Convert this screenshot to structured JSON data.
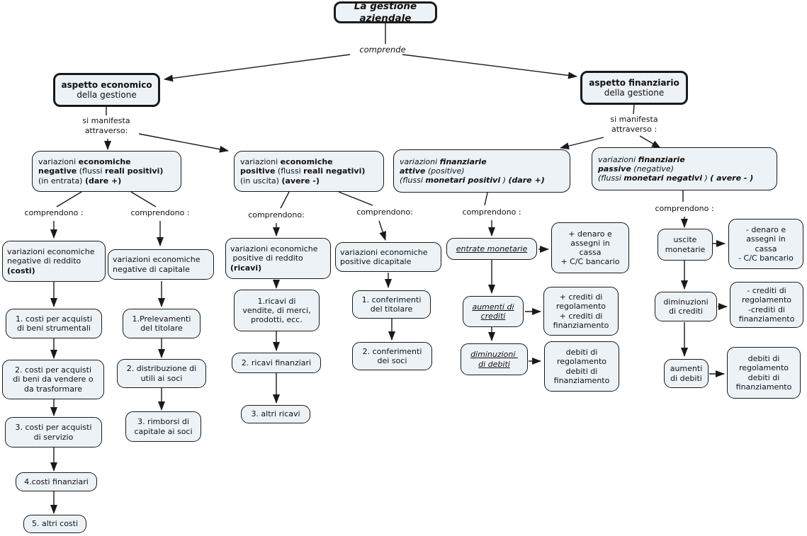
{
  "meta": {
    "diagram_type": "concept-map",
    "language": "it"
  },
  "colors": {
    "background": "#ffffff",
    "node_fill": "#edf2f6",
    "node_border": "#000000",
    "text": "#111111"
  },
  "title": "La gestione aziendale",
  "connectors": {
    "comprende": "comprende",
    "manifesta_left": "si manifesta\nattraverso:",
    "manifesta_right": "si manifesta\nattraverso :",
    "comprendono_neg_reddito": "comprendono :",
    "comprendono_neg_capitale": "comprendono :",
    "comprendono_pos_reddito": "comprendono:",
    "comprendono_pos_capitale": "comprendono:",
    "comprendono_entrate": "comprendono :",
    "comprendono_uscite": "comprendono :"
  },
  "nodes": {
    "aspetto_economico": {
      "segs": [
        {
          "t": "aspetto economico",
          "s": "b"
        },
        {
          "t": "\ndella gestione",
          "s": ""
        }
      ]
    },
    "aspetto_finanziario": {
      "segs": [
        {
          "t": "aspetto finanziario",
          "s": "b"
        },
        {
          "t": "\ndella gestione",
          "s": ""
        }
      ]
    },
    "var_eco_negative": {
      "segs": [
        {
          "t": "variazioni ",
          "s": ""
        },
        {
          "t": "economiche\nnegative",
          "s": "b"
        },
        {
          "t": " (flussi ",
          "s": ""
        },
        {
          "t": "reali positivi)",
          "s": "b"
        },
        {
          "t": "\n(in entrata) ",
          "s": ""
        },
        {
          "t": "(dare +)",
          "s": "b"
        }
      ]
    },
    "var_eco_positive": {
      "segs": [
        {
          "t": "variazioni ",
          "s": ""
        },
        {
          "t": "economiche\npositive",
          "s": "b"
        },
        {
          "t": " (flussi ",
          "s": ""
        },
        {
          "t": "reali negativi)",
          "s": "b"
        },
        {
          "t": "\n(in uscita) ",
          "s": ""
        },
        {
          "t": "(avere -)",
          "s": "b"
        }
      ]
    },
    "var_fin_attive": {
      "segs": [
        {
          "t": "variazioni ",
          "s": "i"
        },
        {
          "t": "finanziarie\nattive",
          "s": "bi"
        },
        {
          "t": " (positive)\n(flussi ",
          "s": "i"
        },
        {
          "t": "monetari positivi",
          "s": "bi"
        },
        {
          "t": " ) ",
          "s": "i"
        },
        {
          "t": "(dare +)",
          "s": "bi"
        }
      ]
    },
    "var_fin_passive": {
      "segs": [
        {
          "t": "variazioni ",
          "s": "i"
        },
        {
          "t": "finanziarie\npassive",
          "s": "bi"
        },
        {
          "t": " (negative)\n(flussi ",
          "s": "i"
        },
        {
          "t": "monetari negativi",
          "s": "bi"
        },
        {
          "t": " ) ",
          "s": "i"
        },
        {
          "t": "( avere - )",
          "s": "bi"
        }
      ]
    },
    "var_neg_reddito": {
      "segs": [
        {
          "t": "variazioni economiche\nnegative di reddito\n",
          "s": ""
        },
        {
          "t": "(costi)",
          "s": "b"
        }
      ]
    },
    "var_neg_capitale": {
      "segs": [
        {
          "t": "variazioni economiche\nnegative di capitale",
          "s": ""
        }
      ]
    },
    "var_pos_reddito": {
      "segs": [
        {
          "t": "variazioni economiche\n positive di reddito\n",
          "s": ""
        },
        {
          "t": "(ricavi)",
          "s": "b"
        }
      ]
    },
    "var_pos_capitale": {
      "segs": [
        {
          "t": "variazioni economiche\npositive dicapitale",
          "s": ""
        }
      ]
    },
    "costo_1": {
      "segs": [
        {
          "t": "1. costi per acquisti\ndi beni strumentali",
          "s": ""
        }
      ]
    },
    "costo_2": {
      "segs": [
        {
          "t": "2. costi per acquisti\ndi beni da vendere o\nda trasformare",
          "s": ""
        }
      ]
    },
    "costo_3": {
      "segs": [
        {
          "t": "3. costi per acquisti\ndi servizio",
          "s": ""
        }
      ]
    },
    "costo_4": {
      "segs": [
        {
          "t": "4.costi finanziari",
          "s": ""
        }
      ]
    },
    "costo_5": {
      "segs": [
        {
          "t": "5. altri costi",
          "s": ""
        }
      ]
    },
    "prelevamenti": {
      "segs": [
        {
          "t": "1.Prelevamenti\ndel titolare",
          "s": ""
        }
      ]
    },
    "distribuzione_utili": {
      "segs": [
        {
          "t": "2. distribuzione di\nutili ai soci",
          "s": ""
        }
      ]
    },
    "rimborsi_capitale": {
      "segs": [
        {
          "t": "3. rimborsi di\ncapitale ai soci",
          "s": ""
        }
      ]
    },
    "ricavi_1": {
      "segs": [
        {
          "t": "1.ricavi di\nvendite, di merci,\nprodotti, ecc.",
          "s": ""
        }
      ]
    },
    "ricavi_2": {
      "segs": [
        {
          "t": "2. ricavi finanziari",
          "s": ""
        }
      ]
    },
    "ricavi_3": {
      "segs": [
        {
          "t": "3. altri ricavi",
          "s": ""
        }
      ]
    },
    "conferimenti_titolare": {
      "segs": [
        {
          "t": "1. conferimenti\ndel titolare",
          "s": ""
        }
      ]
    },
    "conferimenti_soci": {
      "segs": [
        {
          "t": "2. conferimenti\ndei soci",
          "s": ""
        }
      ]
    },
    "entrate_monetarie": {
      "segs": [
        {
          "t": "entrate monetarie",
          "s": "iu"
        }
      ]
    },
    "entrate_desc": {
      "segs": [
        {
          "t": "+ denaro e\nassegni in\ncassa\n+ C/C bancario",
          "s": ""
        }
      ]
    },
    "aumenti_crediti": {
      "segs": [
        {
          "t": "aumenti di\ncrediti",
          "s": "iu"
        }
      ]
    },
    "aumenti_crediti_desc": {
      "segs": [
        {
          "t": "+ crediti di\nregolamento\n+ crediti di\nfinanziamento",
          "s": ""
        }
      ]
    },
    "diminuzioni_debiti": {
      "segs": [
        {
          "t": "diminuzioni \ndi debiti",
          "s": "iu"
        }
      ]
    },
    "diminuzioni_debiti_desc": {
      "segs": [
        {
          "t": "debiti di\nregolamento\ndebiti di\nfinanziamento",
          "s": ""
        }
      ]
    },
    "uscite_monetarie": {
      "segs": [
        {
          "t": "uscite\nmonetarie",
          "s": ""
        }
      ]
    },
    "uscite_desc": {
      "segs": [
        {
          "t": "- denaro e\nassegni in\ncassa\n- C/C bancario",
          "s": ""
        }
      ]
    },
    "diminuzioni_crediti": {
      "segs": [
        {
          "t": "diminuzioni\ndi crediti",
          "s": ""
        }
      ]
    },
    "diminuzioni_crediti_desc": {
      "segs": [
        {
          "t": "- crediti di\nregolamento\n-crediti di\nfinanziamento",
          "s": ""
        }
      ]
    },
    "aumenti_debiti": {
      "segs": [
        {
          "t": "aumenti\ndi debiti",
          "s": ""
        }
      ]
    },
    "aumenti_debiti_desc": {
      "segs": [
        {
          "t": "debiti di\nregolamento\ndebiti di\nfinanziamento",
          "s": ""
        }
      ]
    }
  }
}
